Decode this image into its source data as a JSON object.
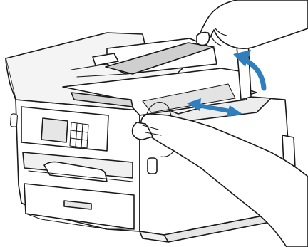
{
  "illustration": {
    "subject": "printer-remove-paper-from-scanner",
    "colors": {
      "outline": "#1a1a1a",
      "body": "#ffffff",
      "shade": "#e3e3e3",
      "shade_dark": "#c9c9c9",
      "paper": "#ededed",
      "arrow": "#2f7fbf"
    },
    "arrows": [
      {
        "icon": "curved-up-arrow-icon",
        "meaning": "lift-scanner-cover"
      },
      {
        "icon": "double-headed-arrow-icon",
        "meaning": "pull-out-paper"
      }
    ]
  }
}
